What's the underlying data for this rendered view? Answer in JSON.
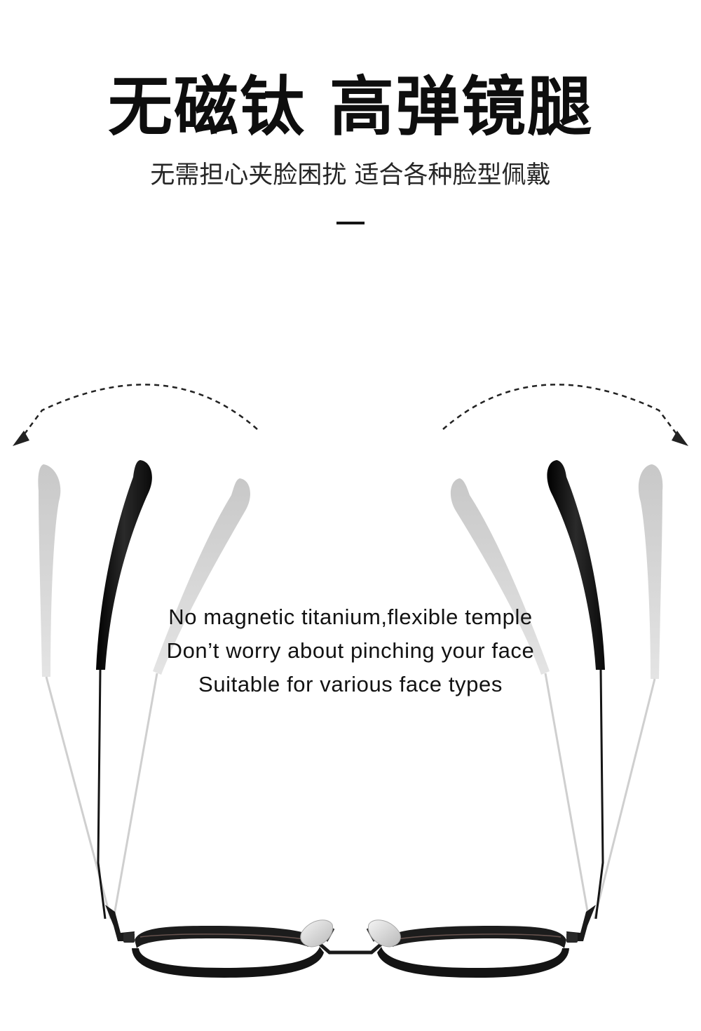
{
  "headline": "无磁钛 高弹镜腿",
  "subheadline": "无需担心夹脸困扰 适合各种脸型佩戴",
  "english_lines": [
    "No magnetic titanium,flexible temple",
    "Don’t worry about pinching your face",
    "Suitable for various face types"
  ],
  "colors": {
    "primary_text": "#0e0e0e",
    "temple_black": "#141414",
    "temple_ghost": "#cfcfcf",
    "arrow": "#222222"
  },
  "icons": {
    "left_arrow": "dashed-curved-arrow-left-icon",
    "right_arrow": "dashed-curved-arrow-right-icon"
  }
}
